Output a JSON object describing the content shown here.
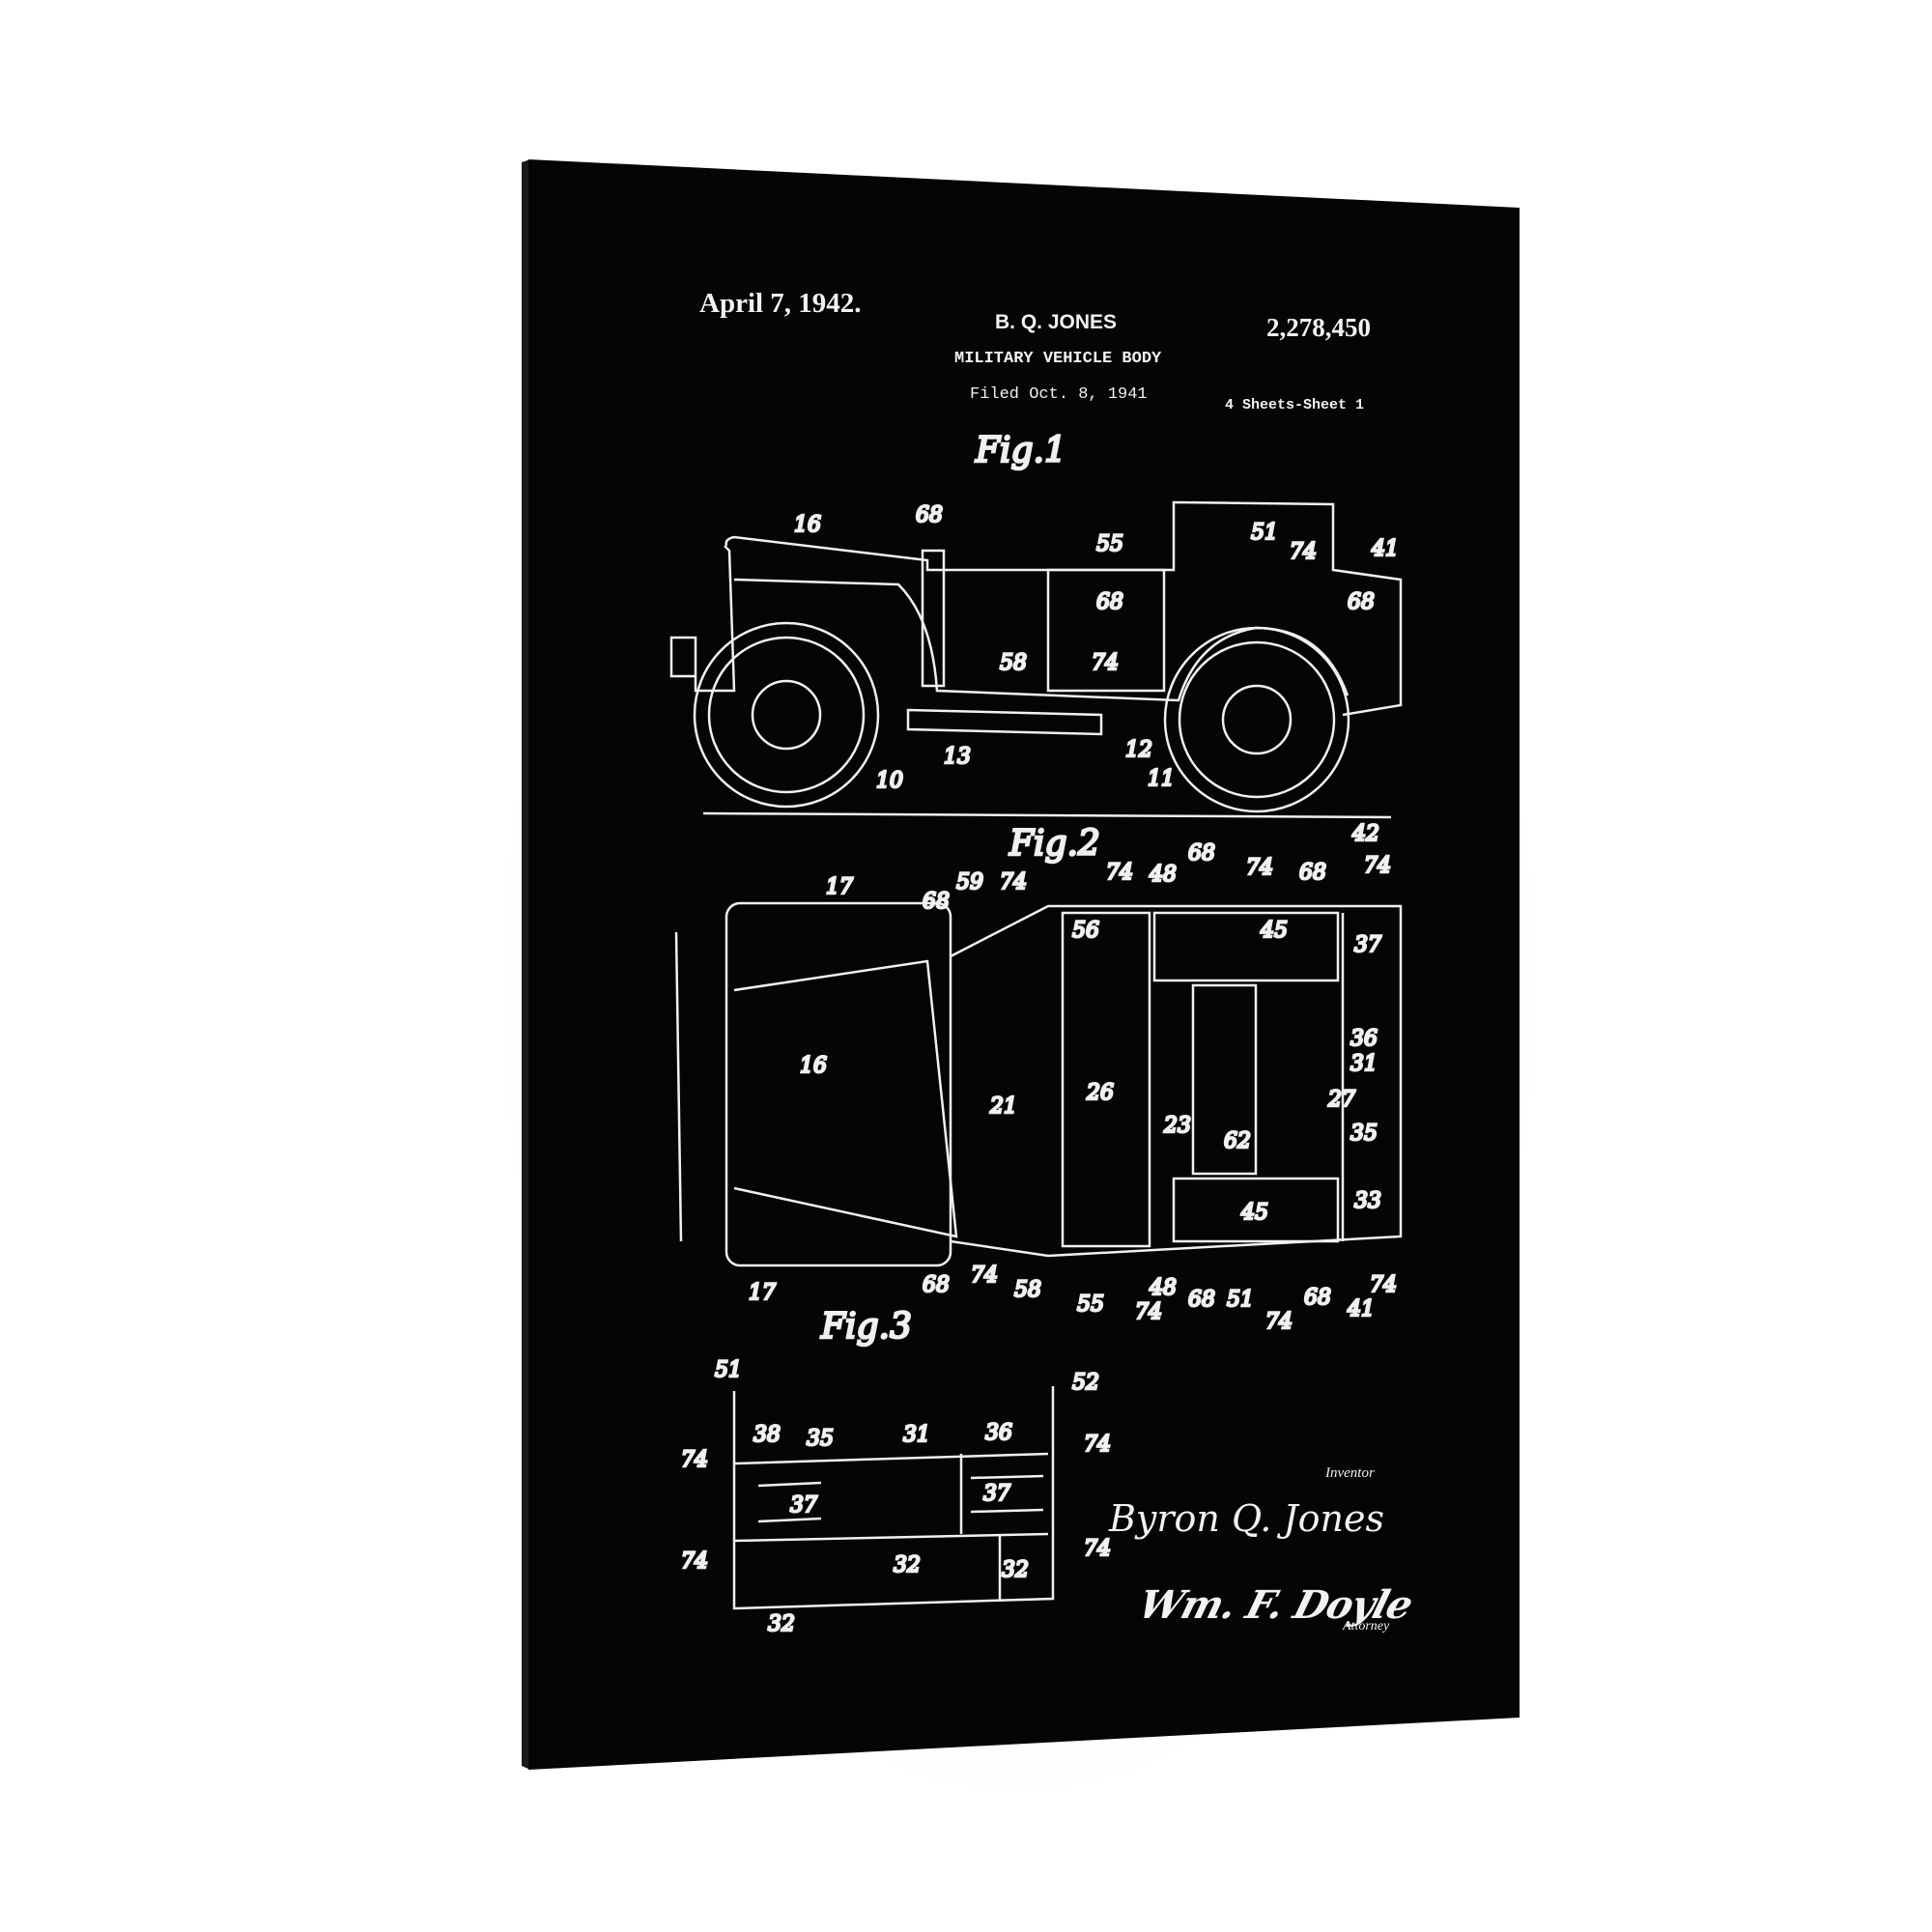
{
  "patent": {
    "date": "April 7, 1942.",
    "inventor_name": "B. Q. JONES",
    "title": "MILITARY VEHICLE BODY",
    "filed": "Filed Oct. 8, 1941",
    "number": "2,278,450",
    "sheets": "4 Sheets-Sheet 1"
  },
  "figures": {
    "fig1": "Fig.1",
    "fig2": "Fig.2",
    "fig3": "Fig.3",
    "fig1_labels": [
      "16",
      "68",
      "55",
      "51",
      "74",
      "41",
      "68",
      "68",
      "58",
      "74",
      "13",
      "10",
      "12",
      "11"
    ],
    "fig2_labels": [
      "17",
      "68",
      "59",
      "74",
      "74",
      "48",
      "68",
      "74",
      "68",
      "42",
      "74",
      "56",
      "45",
      "37",
      "36",
      "31",
      "16",
      "21",
      "26",
      "27",
      "23",
      "62",
      "35",
      "45",
      "33",
      "17",
      "68",
      "74",
      "58",
      "55",
      "74",
      "48",
      "68",
      "51",
      "74",
      "68",
      "41",
      "74"
    ],
    "fig3_labels": [
      "51",
      "52",
      "38",
      "35",
      "31",
      "36",
      "74",
      "74",
      "37",
      "37",
      "74",
      "74",
      "32",
      "32",
      "32"
    ]
  },
  "signatures": {
    "inventor_label": "Inventor",
    "inventor_signature": "Byron Q. Jones",
    "attorney_signature": "Wm. F. Doyle",
    "attorney_label": "Attorney"
  },
  "colors": {
    "canvas": "#050505",
    "ink": "#f2f2f2",
    "background": "#ffffff"
  }
}
